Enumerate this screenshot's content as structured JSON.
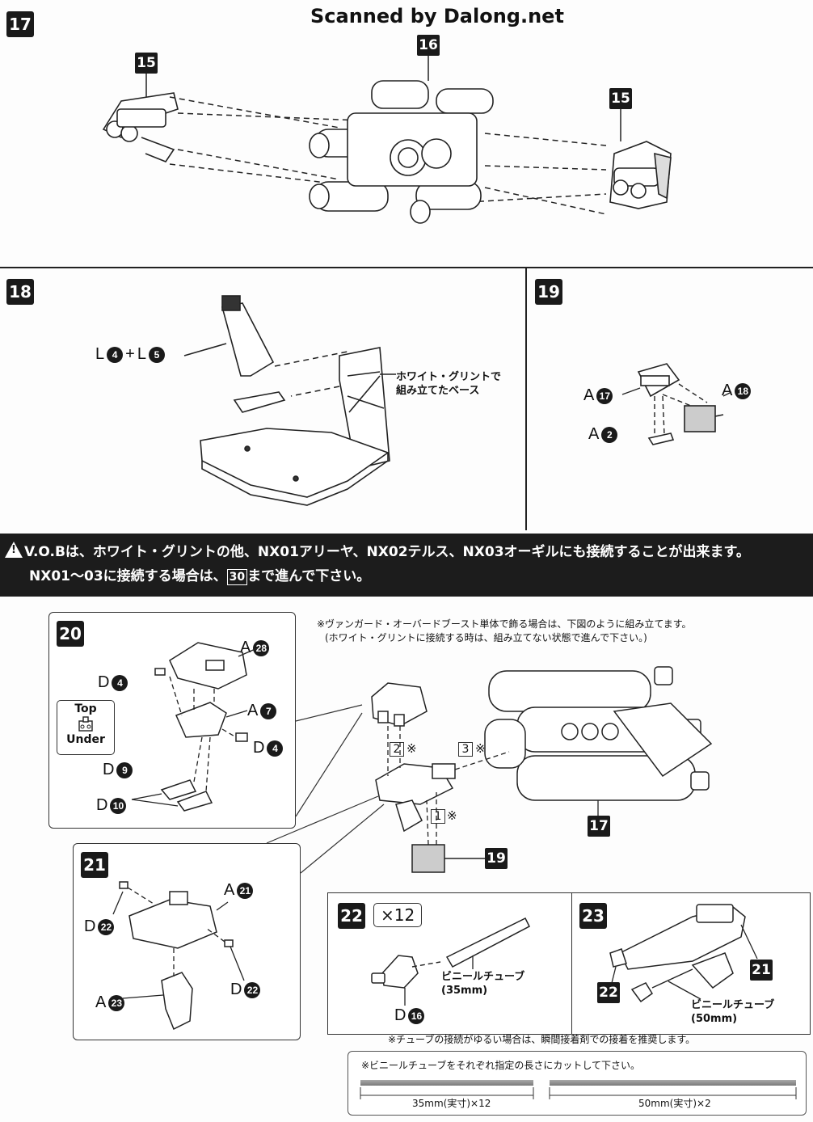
{
  "watermark": "Scanned by Dalong.net",
  "steps": {
    "s17": {
      "num": "17",
      "refs": [
        "15",
        "16",
        "15"
      ]
    },
    "s18": {
      "num": "18",
      "parts": {
        "prefix1": "L",
        "n1": "4",
        "plus": "+",
        "prefix2": "L",
        "n2": "5"
      },
      "note_line1": "ホワイト・グリントで",
      "note_line2": "組み立てたベース"
    },
    "s19": {
      "num": "19",
      "parts": [
        {
          "prefix": "A",
          "n": "17"
        },
        {
          "prefix": "A",
          "n": "18"
        },
        {
          "prefix": "A",
          "n": "2"
        }
      ]
    },
    "s20": {
      "num": "20",
      "parts": [
        {
          "prefix": "A",
          "n": "28"
        },
        {
          "prefix": "D",
          "n": "4"
        },
        {
          "prefix": "A",
          "n": "7"
        },
        {
          "prefix": "D",
          "n": "4"
        },
        {
          "prefix": "D",
          "n": "9"
        },
        {
          "prefix": "D",
          "n": "10"
        }
      ],
      "legend_top": "Top",
      "legend_under": "Under"
    },
    "s21": {
      "num": "21",
      "parts": [
        {
          "prefix": "A",
          "n": "21"
        },
        {
          "prefix": "D",
          "n": "22"
        },
        {
          "prefix": "D",
          "n": "22"
        },
        {
          "prefix": "A",
          "n": "23"
        }
      ]
    },
    "s22": {
      "num": "22",
      "qty": "×12",
      "tube_label": "ビニールチューブ",
      "tube_len": "(35mm)",
      "part": {
        "prefix": "D",
        "n": "16"
      }
    },
    "s23": {
      "num": "23",
      "ref21": "21",
      "ref22": "22",
      "tube_label": "ビニールチューブ",
      "tube_len": "(50mm)"
    }
  },
  "banner": {
    "line1": "V.O.Bは、ホワイト・グリントの他、NX01アリーヤ、NX02テルス、NX03オーギルにも接続することが出来ます。",
    "line2_pre": "NX01〜03に接続する場合は、",
    "line2_num": "30",
    "line2_post": "まで進んで下さい。"
  },
  "assembly_note": {
    "line1": "※ヴァンガード・オーバードブースト単体で飾る場合は、下図のように組み立てます。",
    "line2": "(ホワイト・グリントに接続する時は、組み立てない状態で進んで下さい。)"
  },
  "sequence": {
    "s1": "1",
    "s2": "2",
    "s3": "3",
    "mark": "※",
    "ref17": "17",
    "ref19": "19"
  },
  "glue_note": "※チューブの接続がゆるい場合は、瞬間接着剤での接着を推奨します。",
  "cut_note": {
    "title": "※ビニールチューブをそれぞれ指定の長さにカットして下さい。",
    "left": "35mm(実寸)×12",
    "right": "50mm(実寸)×2"
  }
}
